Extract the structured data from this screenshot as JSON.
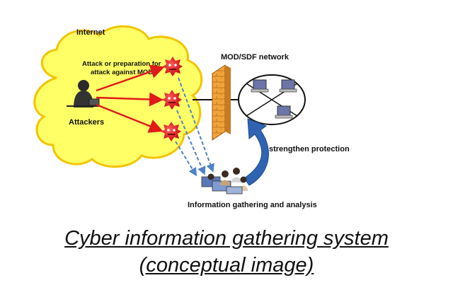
{
  "diagram": {
    "labels": {
      "internet": "Internet",
      "attack_line1": "Attack or preparation for",
      "attack_line2": "attack against MOD",
      "attackers": "Attackers",
      "network": "MOD/SDF network",
      "strengthen": "strengthen protection",
      "info_gathering": "Information gathering and analysis"
    },
    "icons": {
      "attacker": "hacker-icon",
      "threat": "virus-icon",
      "firewall": "firewall-icon",
      "network": "network-ring-icon",
      "computer": "computer-icon",
      "analysts": "analyst-team-icon"
    },
    "colors": {
      "cloud_fill": "#ffff66",
      "cloud_stroke": "#f2c400",
      "attack_arrow": "#e11a1a",
      "threat_fill": "#e8141b",
      "firewall": "#f0a43a",
      "monitor_arrow": "#4f82c7",
      "protect_arrow": "#2f64b3"
    }
  },
  "caption": {
    "line1": "Cyber information gathering system",
    "line2": "(conceptual image)"
  }
}
